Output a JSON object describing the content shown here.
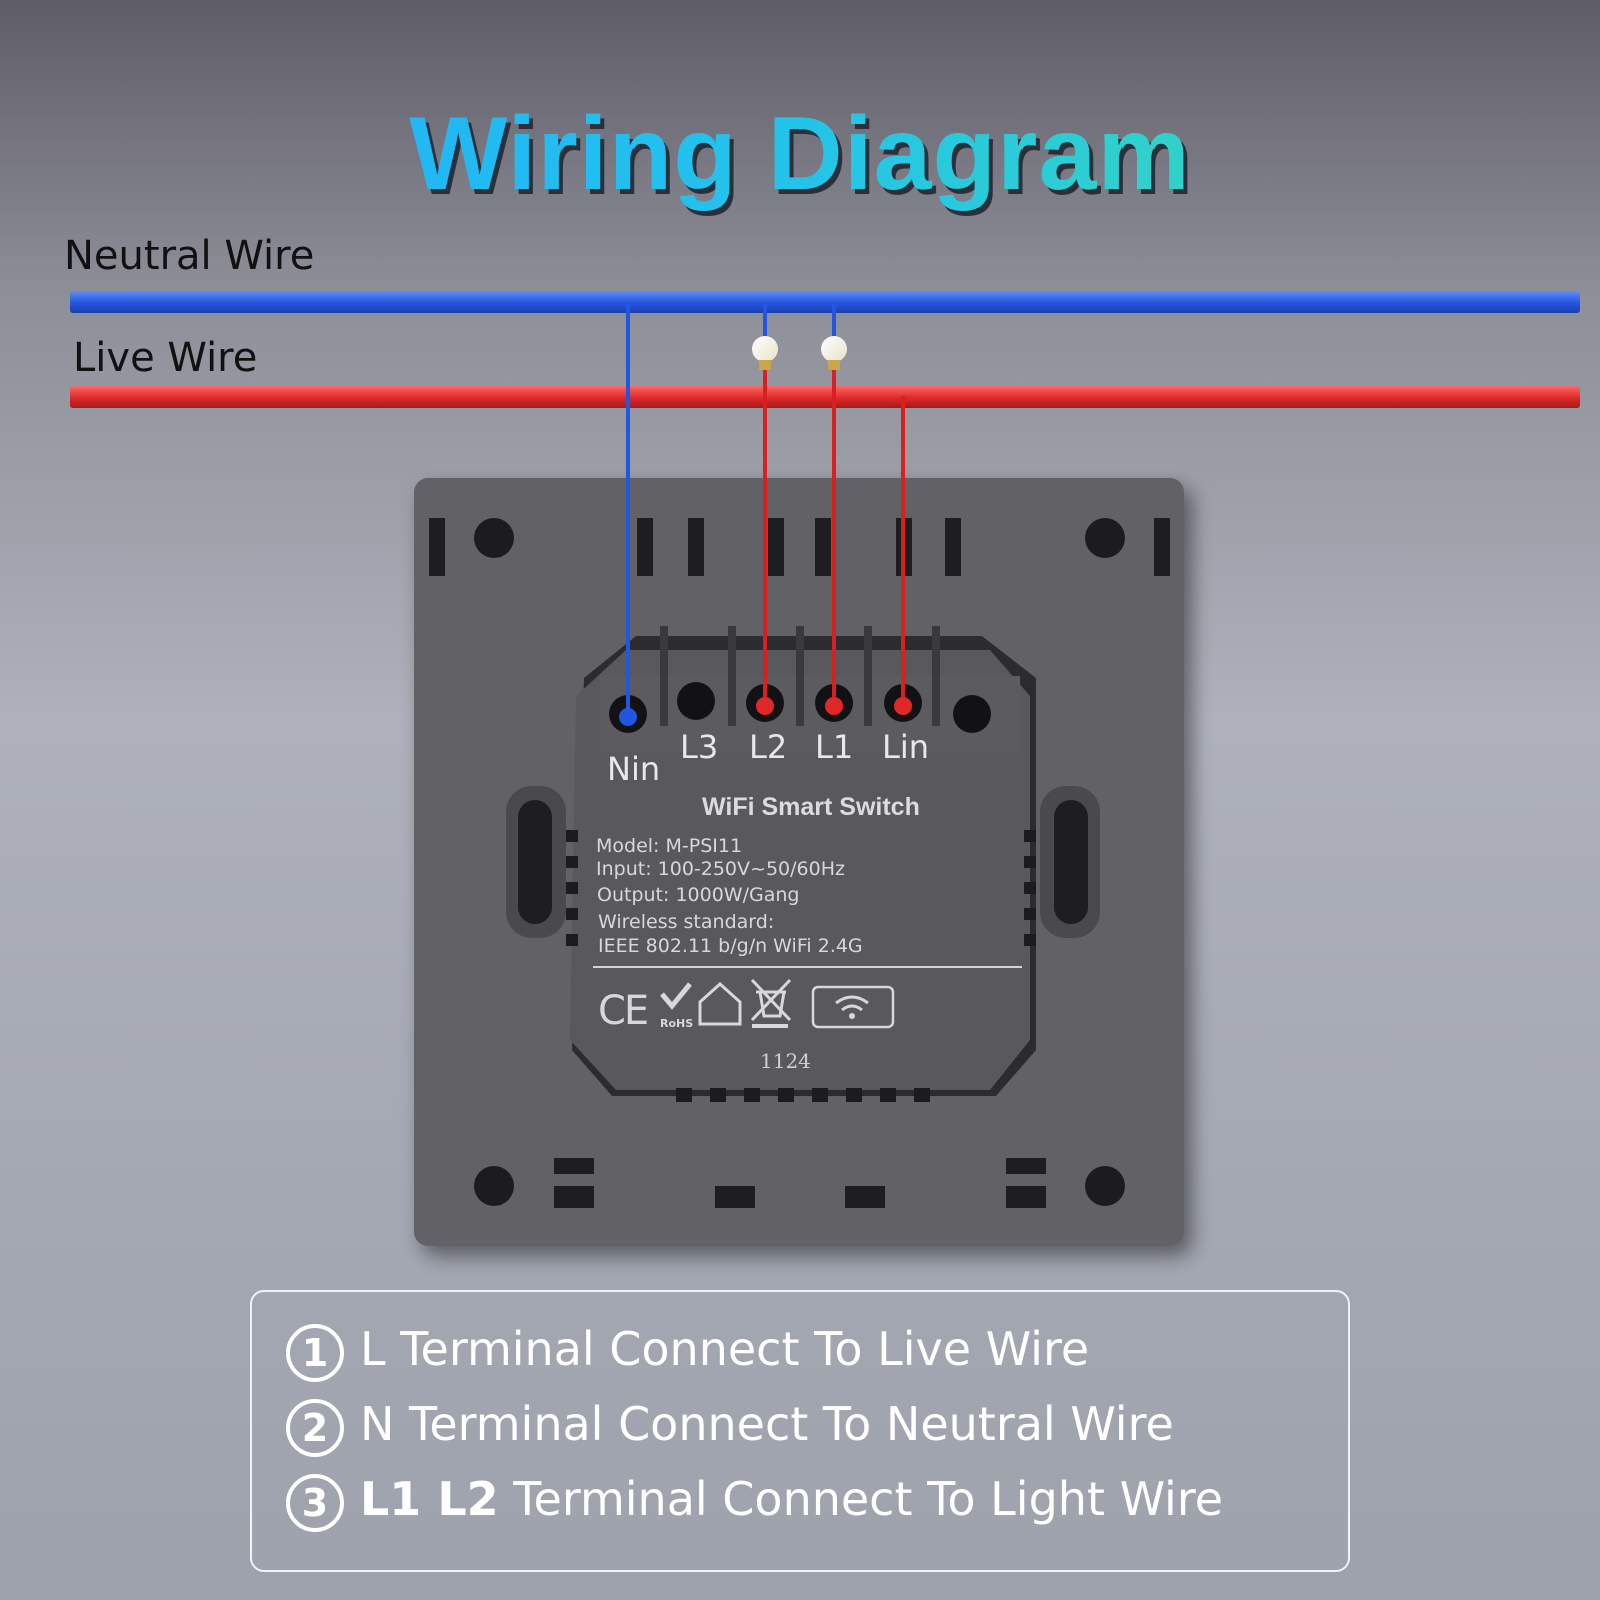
{
  "title": "Wiring Diagram",
  "wires": {
    "neutral_label": "Neutral Wire",
    "live_label": "Live Wire",
    "neutral_color": "#2356e0",
    "live_color": "#e02828"
  },
  "terminals": {
    "nin": "Nin",
    "l3": "L3",
    "l2": "L2",
    "l1": "L1",
    "lin": "Lin"
  },
  "module": {
    "title": "WiFi Smart Switch",
    "model": "Model: M-PSI11",
    "input": "Input: 100-250V~50/60Hz",
    "output": "Output: 1000W/Gang",
    "wireless_label": "Wireless standard:",
    "wireless_value": "IEEE 802.11 b/g/n   WiFi 2.4G",
    "ce_mark": "CE",
    "rohs": "RoHS",
    "batch": "1124"
  },
  "icons": [
    "ce-mark-icon",
    "rohs-check-icon",
    "house-icon",
    "weee-bin-icon",
    "wifi-icon",
    "light-bulb-icon"
  ],
  "instructions": [
    {
      "num": "1",
      "lead": "L",
      "text": " Terminal Connect To Live Wire"
    },
    {
      "num": "2",
      "lead": "N",
      "text": " Terminal Connect To Neutral  Wire"
    },
    {
      "num": "3",
      "lead": "L1 L2",
      "text": " Terminal Connect To Light Wire"
    }
  ]
}
